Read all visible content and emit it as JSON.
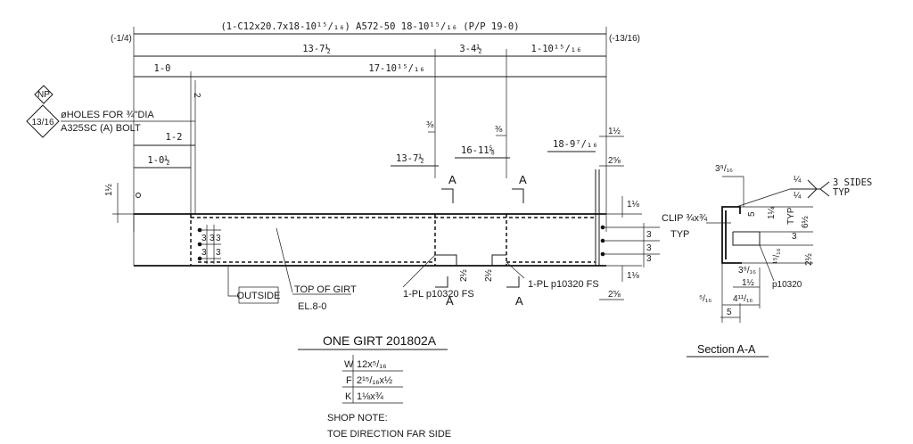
{
  "header_dimension": "(1-C12x20.7x18-10¹⁵/₁₆)  A572-50  18-10¹⁵/₁₆  (P/P 19-0)",
  "left_end_offset": "(-1/4)",
  "right_end_offset": "(-13/16)",
  "dims": {
    "d13_7h": "13-7½",
    "d3_4h": "3-4½",
    "d1_10": "1-10¹⁵/₁₆",
    "d1_0": "1-0",
    "d17_10": "17-10¹⁵/₁₆",
    "d2": "2",
    "d1_2": "1-2",
    "d1_0h": "1-0½",
    "d1h_left": "1½",
    "d3_8a": "⅜",
    "d3_8b": "⅜",
    "d13_7h_b": "13-7½",
    "d16_11": "16-11⅝",
    "d18_9": "18-9⁷/₁₆",
    "d1h_r": "1½",
    "d2_5_8": "2⅝",
    "d1_1_8": "1⅛",
    "d2h_a": "2½",
    "d2h_b": "2½",
    "d1_1_8_b": "1⅛",
    "d2_5_8_b": "2⅝",
    "d3": "3"
  },
  "holes_note": {
    "np": "NP",
    "diamond": "13/16",
    "line1": "øHOLES FOR ¾\"DIA",
    "line2": "A325SC (A) BOLT"
  },
  "section_marks": {
    "a": "A"
  },
  "labels": {
    "outside": "OUTSIDE",
    "top_of_girt": "TOP OF GIRT",
    "elevation": "EL.8-0",
    "plate_a": "1-PL p10320 FS",
    "plate_b": "1-PL p10320 FS"
  },
  "title": "ONE GIRT 201802A",
  "properties": [
    {
      "key": "W",
      "value": "12x⁵/₁₆"
    },
    {
      "key": "F",
      "value": "2¹⁵/₁₆x½"
    },
    {
      "key": "K",
      "value": "1⅛x¾"
    }
  ],
  "shop_note": {
    "heading": "SHOP NOTE:",
    "text": "TOE DIRECTION FAR SIDE"
  },
  "section_aa": {
    "title": "Section A-A",
    "weld_top": "¼",
    "weld_bot": "¼",
    "weld_note1": "3 SIDES",
    "weld_note2": "TYP",
    "clip": "CLIP ¾x¾",
    "clip_typ": "TYP",
    "d3_9": "3⁹/₁₆",
    "d5": "5",
    "d1_4": "1¼",
    "typ": "TYP",
    "d6h": "6½",
    "d3": "3",
    "d3_9b": "3⁹/₁₆",
    "d15_16": "¹⁵/₁₆",
    "d2h": "2½",
    "d1h": "1½",
    "p10320": "p10320",
    "d5_16": "⁵/₁₆",
    "d4_11": "4¹¹/₁₆",
    "d5b": "5"
  }
}
